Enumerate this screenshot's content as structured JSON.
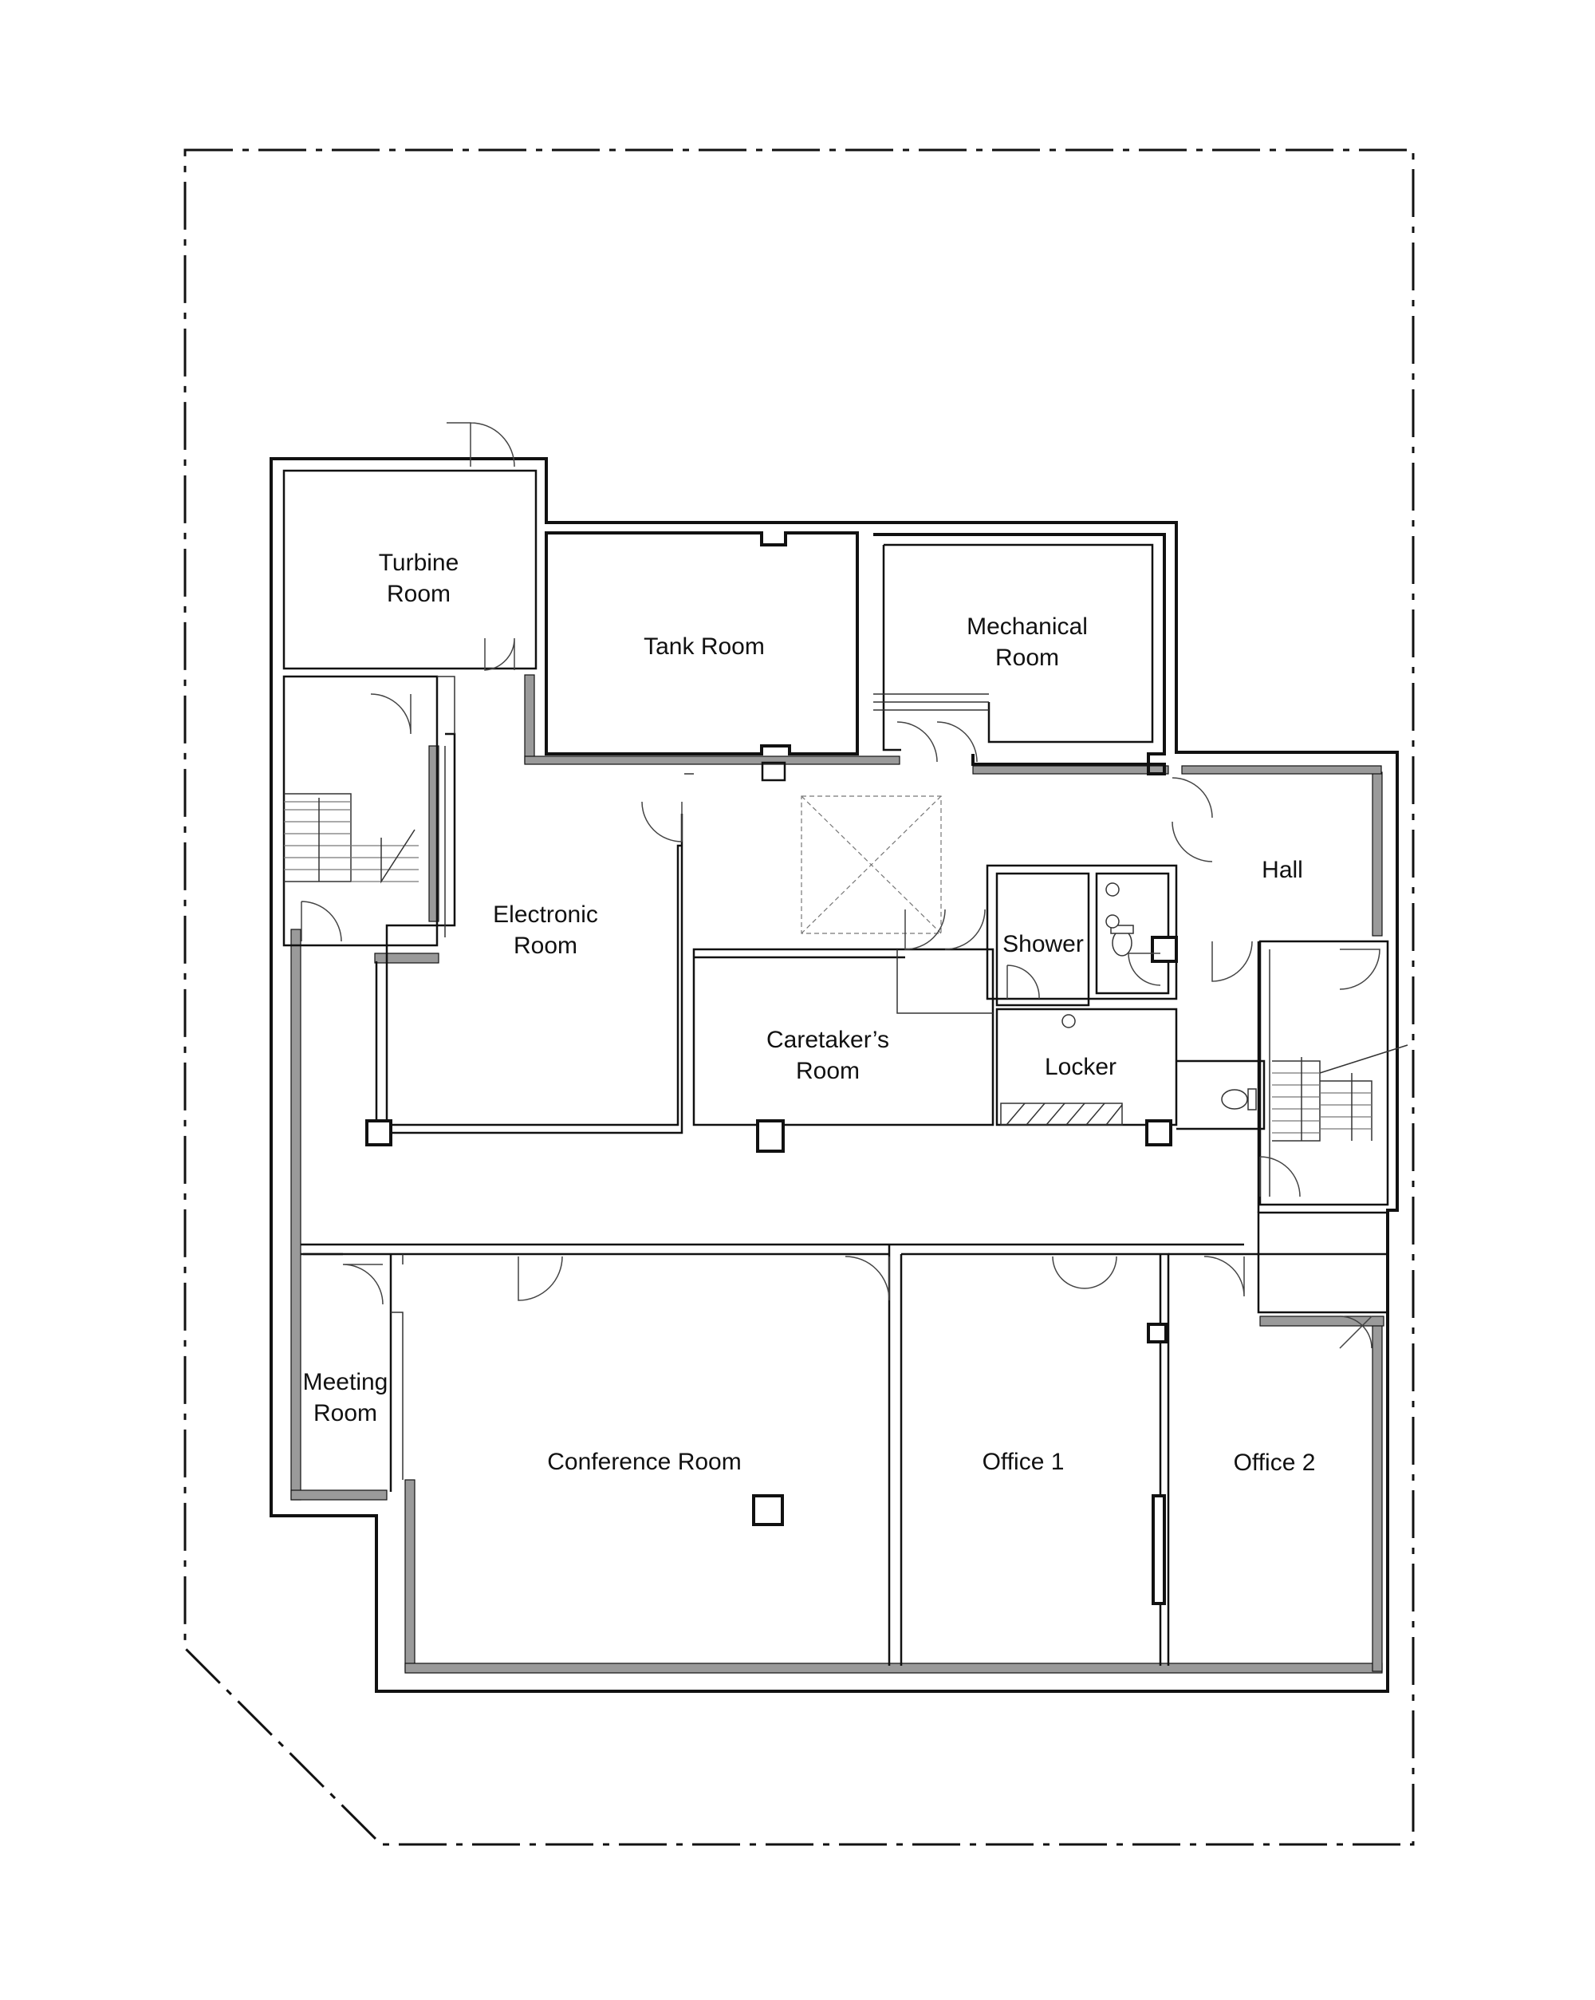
{
  "rooms": {
    "turbine": [
      "Turbine",
      "Room"
    ],
    "tank": [
      "Tank Room"
    ],
    "mechanical": [
      "Mechanical",
      "Room"
    ],
    "electronic": [
      "Electronic",
      "Room"
    ],
    "hall": [
      "Hall"
    ],
    "shower": [
      "Shower"
    ],
    "caretaker": [
      "Caretaker’s",
      "Room"
    ],
    "locker": [
      "Locker"
    ],
    "meeting": [
      "Meeting",
      "Room"
    ],
    "conference": [
      "Conference Room"
    ],
    "office1": [
      "Office 1"
    ],
    "office2": [
      "Office 2"
    ]
  }
}
